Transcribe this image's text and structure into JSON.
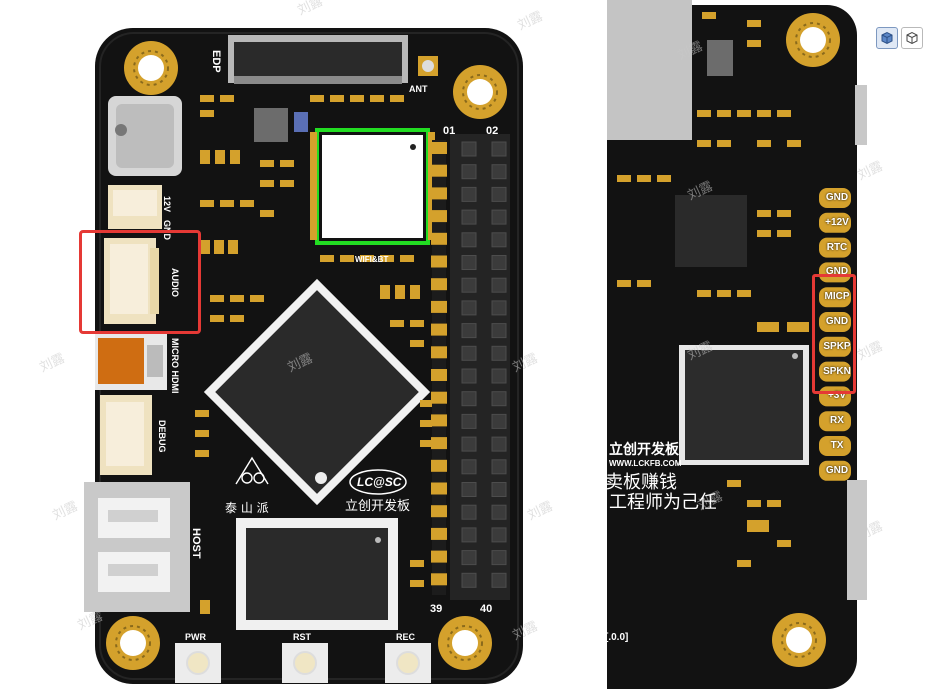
{
  "left_board": {
    "labels": {
      "edp": "EDP",
      "ant": "ANT",
      "pin_01": "01",
      "pin_02": "02",
      "pin_39": "39",
      "pin_40": "40",
      "power_12v": "12V",
      "gnd": "GND",
      "audio": "AUDIO",
      "micro_hdmi": "MICRO HDMI",
      "debug": "DEBUG",
      "host": "HOST",
      "wifi_bt": "WIFI&BT",
      "brand_logo": "LC@SC",
      "brand_cn": "立创开发板",
      "board_name_cn": "泰 山 派",
      "pwr": "PWR",
      "rst": "RST",
      "rec": "REC"
    },
    "highlights": {
      "audio_connector": {
        "color": "#e53935"
      },
      "wifi_module": {
        "color": "#22dd22"
      }
    }
  },
  "right_board": {
    "pin_labels": [
      "GND",
      "+12V",
      "RTC",
      "GND",
      "MICP",
      "GND",
      "SPKP",
      "SPKN",
      "+3V",
      "RX",
      "TX",
      "GND"
    ],
    "highlight": {
      "color": "#e53935",
      "covers": [
        "MICP",
        "GND",
        "SPKP",
        "SPKN"
      ]
    },
    "silk": {
      "brand_cn": "立创开发板",
      "url": "WWW.LCKFB.COM",
      "slogan_1": "卖板赚钱",
      "slogan_2": "工程师为己任",
      "version": "[.0.0]"
    }
  },
  "watermark": "刘露",
  "toolbar": {
    "buttons": [
      {
        "icon": "solid-cube-icon",
        "active": true
      },
      {
        "icon": "wireframe-cube-icon",
        "active": false
      }
    ]
  },
  "colors": {
    "pcb": "#121212",
    "gold": "#d4a12c",
    "highlight_red": "#e53935",
    "highlight_green": "#22dd22"
  }
}
